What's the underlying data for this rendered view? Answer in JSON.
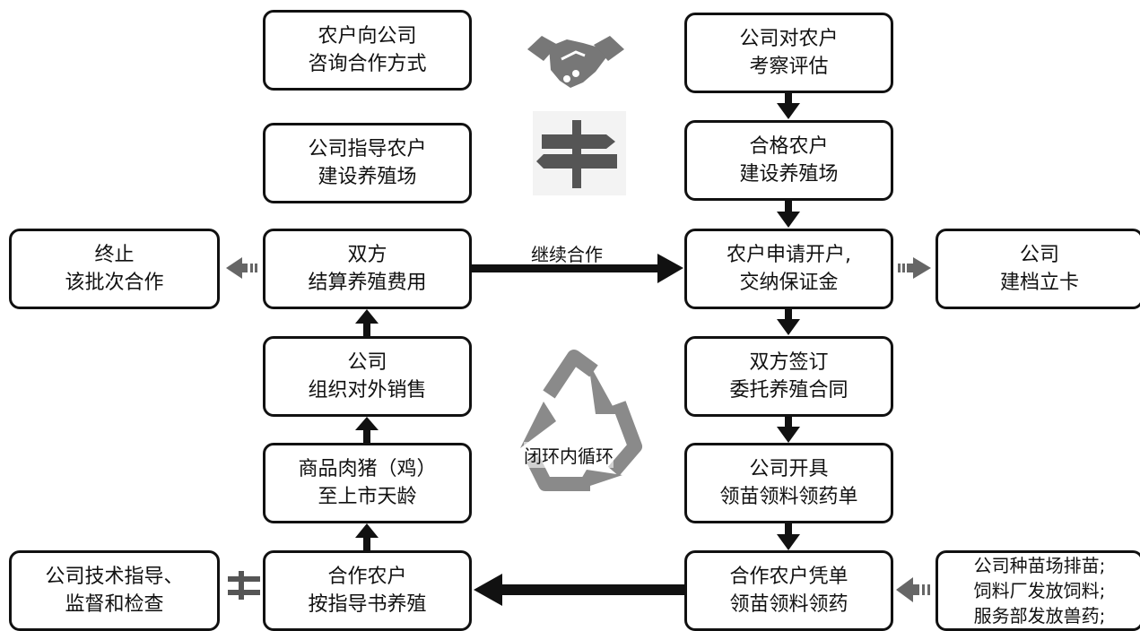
{
  "nodes": {
    "consult": [
      "农户向公司",
      "咨询合作方式"
    ],
    "guide_build": [
      "公司指导农户",
      "建设养殖场"
    ],
    "settle": [
      "双方",
      "结算养殖费用"
    ],
    "terminate": [
      "终止",
      "该批次合作"
    ],
    "sell": [
      "公司",
      "组织对外销售"
    ],
    "market_age": [
      "商品肉猪（鸡）",
      "至上市天龄"
    ],
    "raise": [
      "合作农户",
      "按指导书养殖"
    ],
    "tech_guide": [
      "公司技术指导、",
      "监督和检查"
    ],
    "inspect": [
      "公司对农户",
      "考察评估"
    ],
    "qualified_build": [
      "合格农户",
      "建设养殖场"
    ],
    "apply": [
      "农户申请开户,",
      "交纳保证金"
    ],
    "file_card": [
      "公司",
      "建档立卡"
    ],
    "sign": [
      "双方签订",
      "委托养殖合同"
    ],
    "voucher": [
      "公司开具",
      "领苗领料领药单"
    ],
    "receive": [
      "合作农户凭单",
      "领苗领料领药"
    ],
    "supply": [
      "公司种苗场排苗;",
      "饲料厂发放饲料;",
      "服务部发放兽药;"
    ]
  },
  "edge_labels": {
    "continue": "继续合作"
  },
  "center_label": "闭环内循环",
  "icons": [
    "handshake-icon",
    "signpost-icon",
    "recycle-icon",
    "equals-icon",
    "dashed-arrow-icon"
  ],
  "colors": {
    "border": "#111111",
    "icon_gray": "#777777",
    "recycle_gray": "#8a8a8a"
  }
}
